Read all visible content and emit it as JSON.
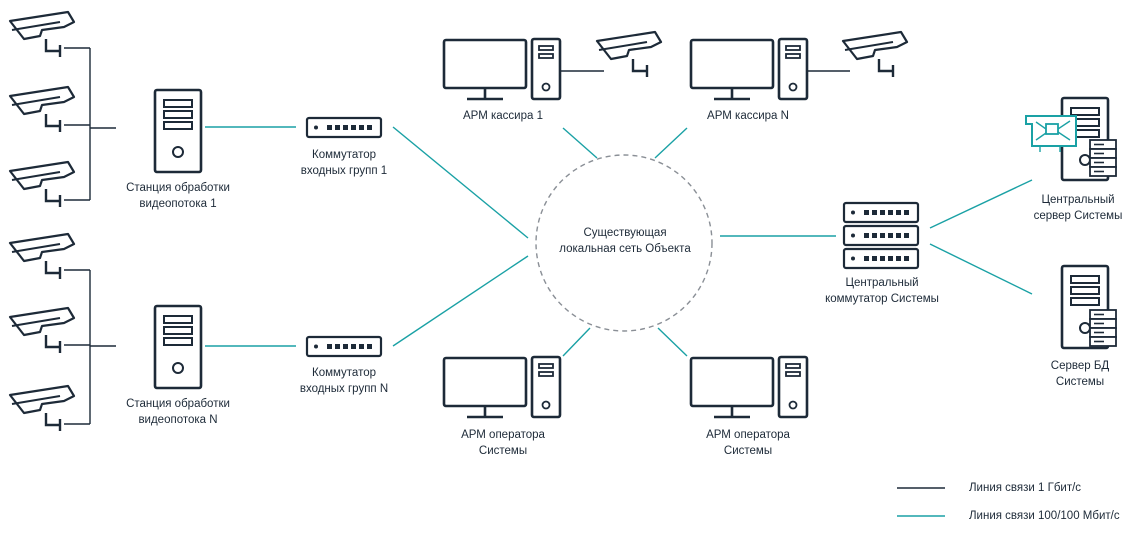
{
  "network": {
    "line1": "Существующая",
    "line2": "локальная сеть Объекта"
  },
  "stations": [
    {
      "line1": "Станция обработки",
      "line2": "видеопотока 1"
    },
    {
      "line1": "Станция обработки",
      "line2": "видеопотока N"
    }
  ],
  "switches": [
    {
      "line1": "Коммутатор",
      "line2": "входных групп 1"
    },
    {
      "line1": "Коммутатор",
      "line2": "входных групп N"
    }
  ],
  "workstations": [
    {
      "line1": "АРМ кассира 1"
    },
    {
      "line1": "АРМ кассира N"
    },
    {
      "line1": "АРМ оператора",
      "line2": "Системы"
    },
    {
      "line1": "АРМ оператора",
      "line2": "Системы"
    }
  ],
  "central_switch": {
    "line1": "Центральный",
    "line2": "коммутатор Системы"
  },
  "central_server": {
    "line1": "Центральный",
    "line2": "сервер Системы"
  },
  "db_server": {
    "line1": "Сервер БД",
    "line2": "Системы"
  },
  "legend": {
    "gigabit": "Линия связи 1 Гбит/с",
    "fast": "Линия связи 100/100 Мбит/с"
  },
  "colors": {
    "dark": "#1d2a38",
    "teal": "#1aa1a5",
    "grey_dash": "#8a8f96"
  }
}
